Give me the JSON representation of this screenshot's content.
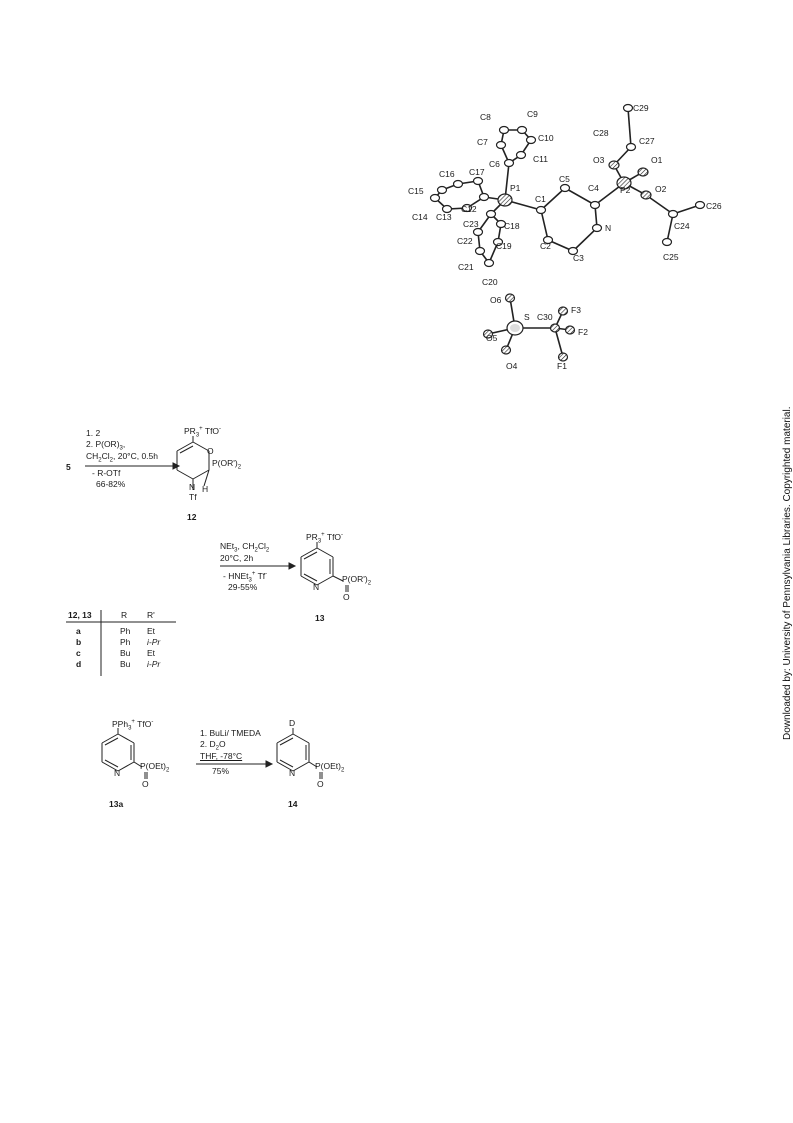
{
  "side_note": "Downloaded by: University of Pennsylvania Libraries. Copyrighted material.",
  "crystal": {
    "atoms": [
      "C8",
      "C9",
      "C7",
      "C10",
      "C6",
      "C11",
      "C29",
      "C28",
      "C27",
      "O3",
      "O1",
      "C16",
      "C17",
      "P1",
      "C5",
      "C4",
      "P2",
      "O2",
      "C15",
      "C12",
      "C1",
      "C26",
      "C14",
      "C13",
      "C23",
      "C18",
      "C24",
      "C22",
      "C19",
      "C2",
      "N",
      "C21",
      "C3",
      "C25",
      "C20",
      "O6",
      "F3",
      "S",
      "C30",
      "F2",
      "O5",
      "O4",
      "F1"
    ]
  },
  "scheme1": {
    "reactant": "5",
    "step1": "1. 2",
    "step2_a": "2. P(OR",
    "step2_b": ")",
    "step2_sub": "3",
    "step2_end": ",",
    "solvent_a": "CH",
    "solvent_sub1": "2",
    "solvent_b": "Cl",
    "solvent_sub2": "2",
    "solvent_c": ", 20°C, 0.5h",
    "removed": "- R-OTf",
    "yield": "66-82%",
    "prod_top": "PR",
    "prod_top_sub": "3",
    "prod_top_sup": "+",
    "prod_top_tail": " TfO",
    "prod_phos": "P(OR')",
    "prod_phos_sub": "2",
    "prod_o": "O",
    "prod_n": "N",
    "prod_h": "H",
    "prod_tf": "Tf",
    "label": "12"
  },
  "scheme2": {
    "cond1_a": "NEt",
    "cond1_sub": "3",
    "cond1_b": ", CH",
    "cond1_sub2": "2",
    "cond1_c": "Cl",
    "cond1_sub3": "2",
    "cond2": "20°C, 2h",
    "cond3_a": "- HNEt",
    "cond3_sub": "3",
    "cond3_sup": "+",
    "cond3_b": " Tf",
    "yield": "29-55%",
    "prod_top": "PR",
    "prod_top_sub": "3",
    "prod_top_sup": "+",
    "prod_top_tail": " TfO",
    "prod_phos": "P(OR')",
    "prod_phos_sub": "2",
    "prod_o": "O",
    "prod_n": "N",
    "label": "13"
  },
  "table": {
    "header": [
      "12, 13",
      "R",
      "R'"
    ],
    "rows": [
      [
        "a",
        "Ph",
        "Et"
      ],
      [
        "b",
        "Ph",
        "i-Pr"
      ],
      [
        "c",
        "Bu",
        "Et"
      ],
      [
        "d",
        "Bu",
        "i-Pr"
      ]
    ]
  },
  "scheme3": {
    "reac_top": "PPh",
    "reac_top_sub": "3",
    "reac_top_sup": "+",
    "reac_top_tail": " TfO",
    "reac_phos": "P(OEt)",
    "reac_phos_sub": "2",
    "reac_o": "O",
    "reac_n": "N",
    "reac_label": "13a",
    "cond1": "1. BuLi/ TMEDA",
    "cond2_a": "2. D",
    "cond2_sub": "2",
    "cond2_b": "O",
    "cond3": "THF, -78°C",
    "yield": "75%",
    "prod_top": "D",
    "prod_phos": "P(OEt)",
    "prod_phos_sub": "2",
    "prod_o": "O",
    "prod_n": "N",
    "prod_label": "14"
  }
}
